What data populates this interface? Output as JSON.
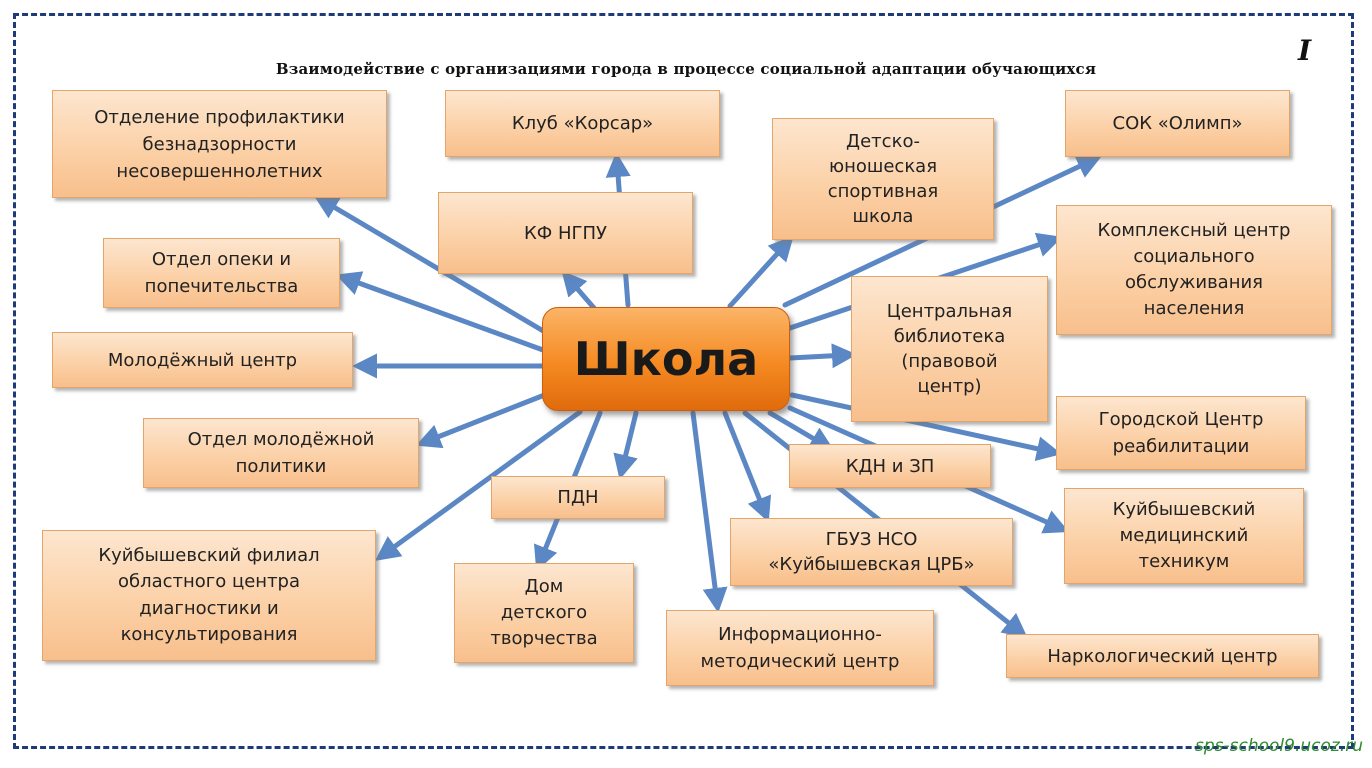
{
  "header": {
    "title": "Взаимодействие с организациями города в процессе социальной адаптации обучающихся",
    "page_mark": "I"
  },
  "center_label": "Школа",
  "nodes": {
    "otdelenie_profilaktiki": "Отделение профилактики\nбезнадзорности\nнесовершеннолетних",
    "klub_korsar": "Клуб «Корсар»",
    "kf_ngpu": "КФ НГПУ",
    "dyussh": "Детско-\nюношеская\nспортивная\nшкола",
    "sok_olimp": "СОК «Олимп»",
    "kompleksny_centr": "Комплексный центр\nсоциального\nобслуживания\nнаселения",
    "otdel_opeki": "Отдел опеки и\nпопечительства",
    "molodezhny_centr": "Молодёжный центр",
    "centralnaya_biblioteka": "Центральная\nбиблиотека\n(правовой\nцентр)",
    "otdel_molodezhnoy": "Отдел молодёжной\nполитики",
    "gorodskoy_centr": "Городской Центр\nреабилитации",
    "kdn_zp": "КДН и ЗП",
    "pdn": "ПДН",
    "kuyb_filial": "Куйбышевский филиал\nобластного центра\nдиагностики и\nконсультирования",
    "dom_tvorchestva": "Дом\nдетского\nтворчества",
    "gbuz": "ГБУЗ НСО\n«Куйбышевская ЦРБ»",
    "kuyb_tekhnikum": "Куйбышевский\nмедицинский\nтехникум",
    "inform_centr": "Информационно-\nметодический центр",
    "narkolog_centr": "Наркологический центр"
  },
  "watermark": "sps-school9.ucoz.ru",
  "colors": {
    "arrow": "#5b87c5",
    "box_fill": "#fbcfa4",
    "center_fill": "#f58a22",
    "frame": "#1f3a78"
  }
}
